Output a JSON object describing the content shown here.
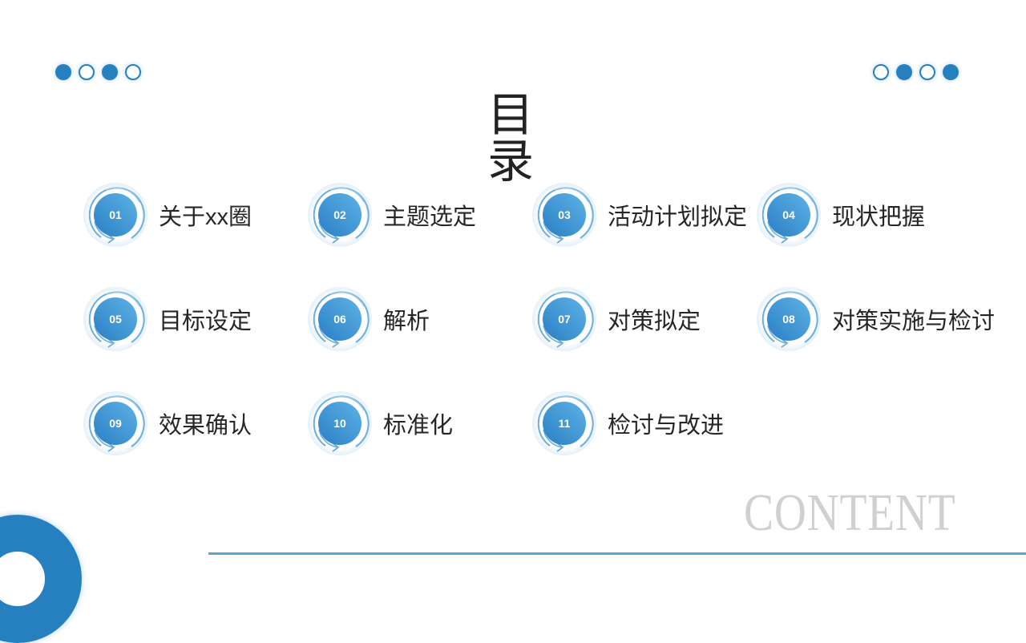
{
  "slide": {
    "title": "目录",
    "subtitle_en": "CONTENT",
    "accent_color": "#2680c0",
    "line_color": "#5aa3cf",
    "watermark_color": "#d0d0d0"
  },
  "decor": {
    "left_dots": [
      "filled",
      "hollow",
      "filled",
      "hollow"
    ],
    "right_dots": [
      "hollow",
      "filled",
      "hollow",
      "filled"
    ]
  },
  "toc": {
    "items": [
      {
        "num": "01",
        "label_pre": "关于",
        "label_latin": "xx",
        "label_post": "圈"
      },
      {
        "num": "02",
        "label": "主题选定"
      },
      {
        "num": "03",
        "label": "活动计划拟定"
      },
      {
        "num": "04",
        "label": "现状把握"
      },
      {
        "num": "05",
        "label": "目标设定"
      },
      {
        "num": "06",
        "label": "解析"
      },
      {
        "num": "07",
        "label": "对策拟定"
      },
      {
        "num": "08",
        "label": "对策实施与检讨"
      },
      {
        "num": "09",
        "label": "效果确认"
      },
      {
        "num": "10",
        "label": "标准化"
      },
      {
        "num": "11",
        "label": "检讨与改进"
      }
    ]
  }
}
